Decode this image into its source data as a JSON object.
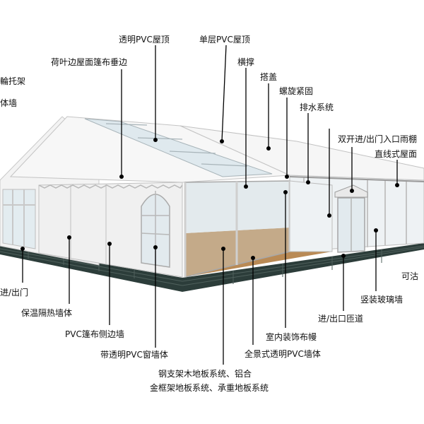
{
  "palette": {
    "floor": "#2c3d3a",
    "floor_grid": "#4f605c",
    "wood": "#b98a55",
    "wall": "#f3f3f3",
    "frame": "#dcdcdc",
    "glass": "#dfe9ee"
  },
  "labels": {
    "transparent_pvc_roof": "透明PVC屋顶",
    "single_pvc_roof": "单层PVC屋顶",
    "lotus_edge_drape": "荷叶边屋面篷布垂边",
    "cross_brace": "横撑",
    "lap_cover": "搭盖",
    "screw_fixing": "螺旋紧固",
    "drainage": "排水系统",
    "double_entrance_canopy": "双开进/出门入口雨棚",
    "straight_roof": "直线式屋面",
    "support_frame": "輪托架",
    "wall_body": "体墙",
    "entrance_exit_door": "进/出门",
    "insulated_wall": "保温隔热墙体",
    "pvc_side_wall": "PVC篷布侧边墙",
    "pvc_window_wall": "带透明PVC窗墙体",
    "floor_line1": "钢支架木地板系统、铝合",
    "floor_line2": "金框架地板系统、承重地板系统",
    "panoramic_wall": "全景式透明PVC墙体",
    "interior_drape": "室内装饰布幔",
    "entrance_passage": "进/出口匝道",
    "vertical_glass_wall": "竖装玻璃墙",
    "removable": "可沽"
  }
}
